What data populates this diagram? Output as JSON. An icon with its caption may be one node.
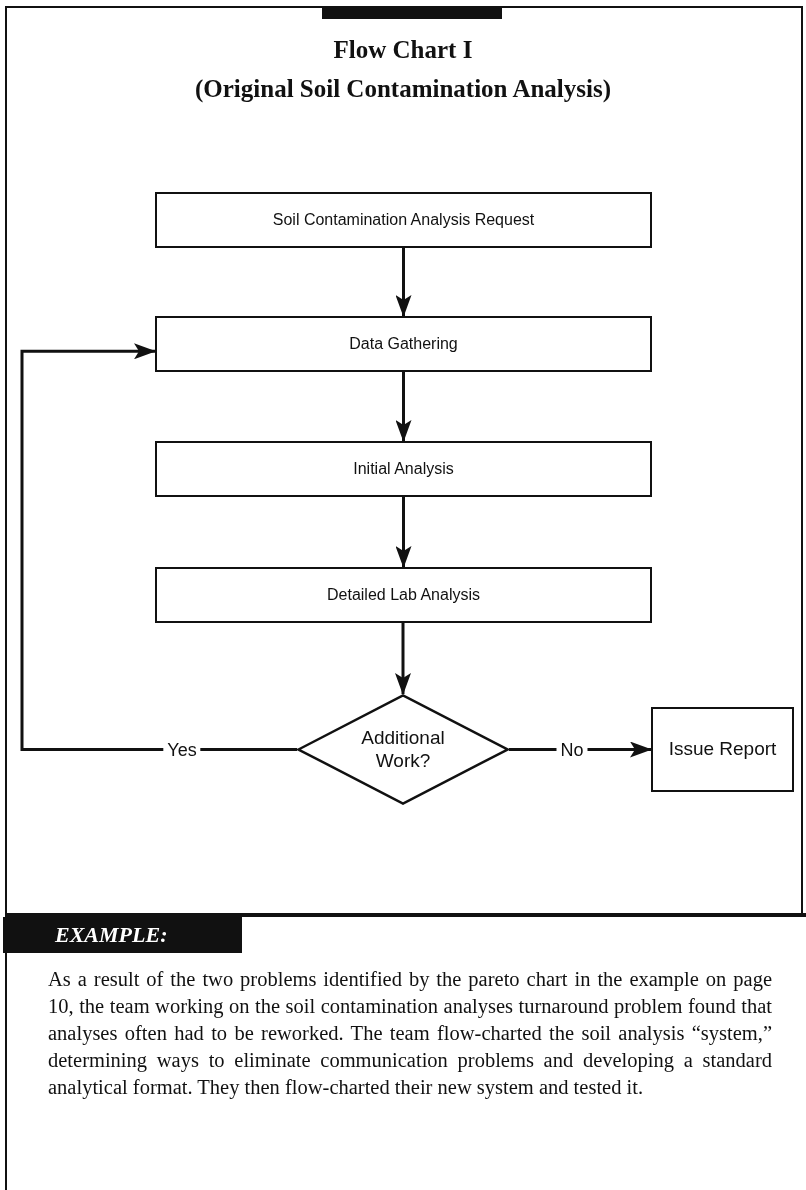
{
  "diagram": {
    "title": "Flow Chart I",
    "nodes": [
      {
        "text": [
          "Soil Contamination Analysis Request"
        ]
      },
      {
        "text": [
          "Data Gathering"
        ]
      },
      {
        "text": [
          "Initial Analysis"
        ]
      },
      {
        "text": [
          "Detailed Lab Analysis"
        ]
      },
      {
        "text": [
          "Additional Work?"
        ]
      },
      {
        "text": [
          "Issue Report"
        ]
      }
    ],
    "edges": [
      {
        "from": 0,
        "to": 1,
        "arrow": "to"
      },
      {
        "from": 1,
        "to": 2,
        "arrow": "to"
      },
      {
        "from": 2,
        "to": 3,
        "arrow": "to"
      },
      {
        "from": 3,
        "to": 4,
        "arrow": "to"
      },
      {
        "from": 4,
        "to": 1,
        "arrow": "to",
        "label": "Yes"
      },
      {
        "from": 4,
        "to": 5,
        "arrow": "to",
        "label": "No"
      }
    ],
    "labels": [
      "(Original Soil Contamination Analysis)",
      "EXAMPLE:",
      "As a result of the two problems identified by the pareto chart in the example on page 10, the team working on the soil contamination analyses turnaround problem found that analyses often had to be reworked. The team flow-charted the soil analysis “system,” determining ways to eliminate communication problems and developing a standard analytical format. They then flow-charted their new system and tested it."
    ]
  }
}
